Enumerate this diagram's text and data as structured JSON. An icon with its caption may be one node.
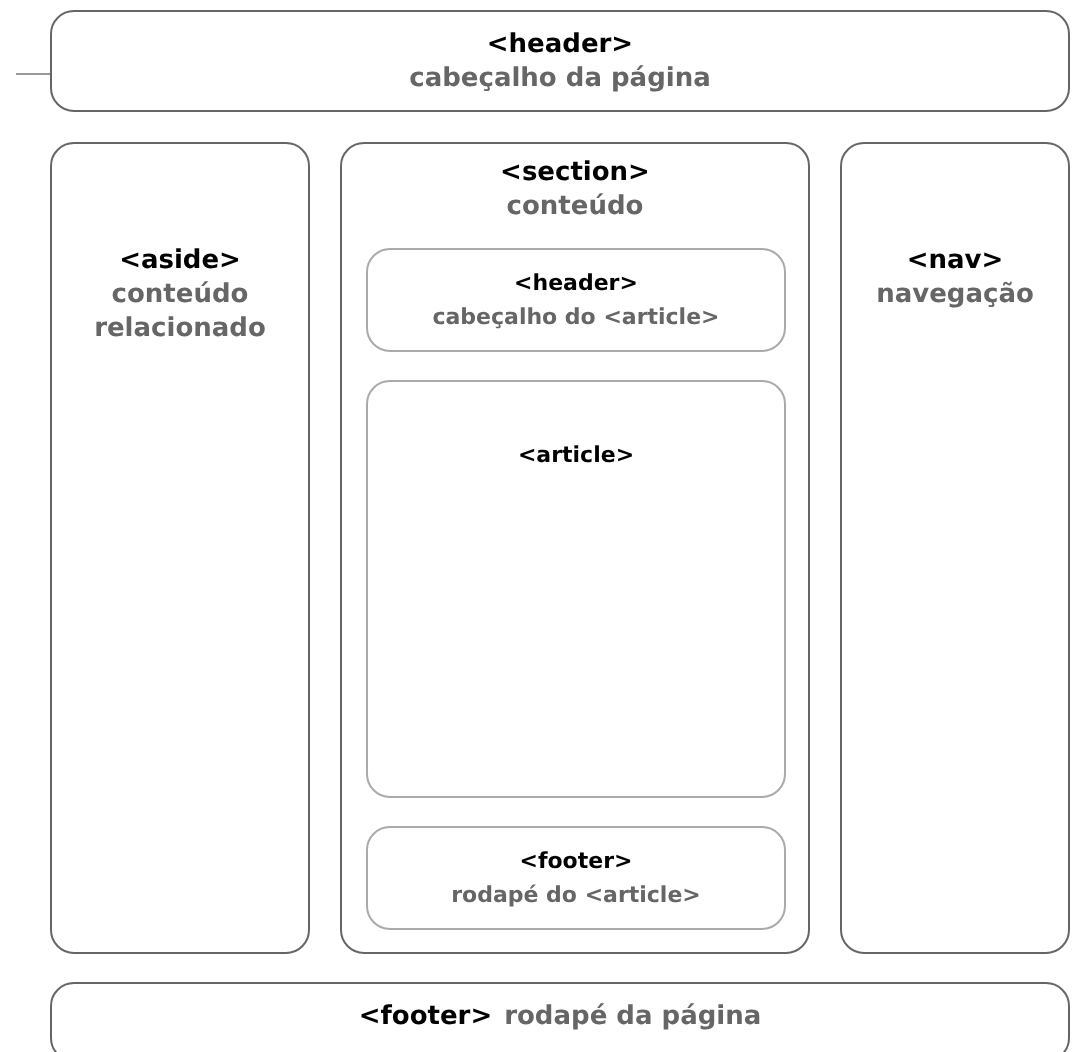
{
  "diagram": {
    "nodes": [
      {
        "text": [
          "<header>",
          "cabeçalho da página"
        ]
      },
      {
        "text": [
          "<aside>",
          "conteúdo relacionado"
        ]
      },
      {
        "text": [
          "<section>",
          "conteúdo"
        ]
      },
      {
        "text": [
          "<header>",
          "cabeçalho do <article>"
        ],
        "in": 2
      },
      {
        "text": [
          "<article>"
        ],
        "in": 2
      },
      {
        "text": [
          "<footer>",
          "rodapé do <article>"
        ],
        "in": 2
      },
      {
        "text": [
          "<nav>",
          "navegação"
        ]
      },
      {
        "text": [
          "<footer>",
          "rodapé da página"
        ]
      }
    ]
  }
}
